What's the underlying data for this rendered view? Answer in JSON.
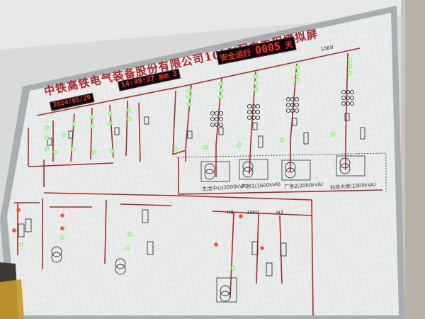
{
  "board": {
    "title": "中铁高铁电气装备股份有限公司10kV配电工程模拟屏",
    "safety_label": "安全运行",
    "safety_days": "0005",
    "days_unit": "天",
    "clock_date": "2024/05/29",
    "clock_time": "14:49:27",
    "clock_weekday_label": "星期",
    "clock_weekday": "3"
  },
  "bus": {
    "upper_voltage": "10KV",
    "lower_voltage": "10kV",
    "lower_left_feeder": "H8",
    "lower_right_feeder": "H7"
  },
  "loads": [
    {
      "label": "生活中心(2000kVA)"
    },
    {
      "label": "厂房1(1600kVA)"
    },
    {
      "label": "厂房2(2000kVA)"
    },
    {
      "label": "科技大楼(1000kVA)"
    }
  ],
  "colors": {
    "board": "#e9ecea",
    "line": "#b02a2a",
    "grid": "#c9d6dc",
    "indicator_on": "#6dff55",
    "indicator_red": "#ff4a3a",
    "led_text": "#ff2a1a",
    "frame": "#a9aeb0"
  }
}
